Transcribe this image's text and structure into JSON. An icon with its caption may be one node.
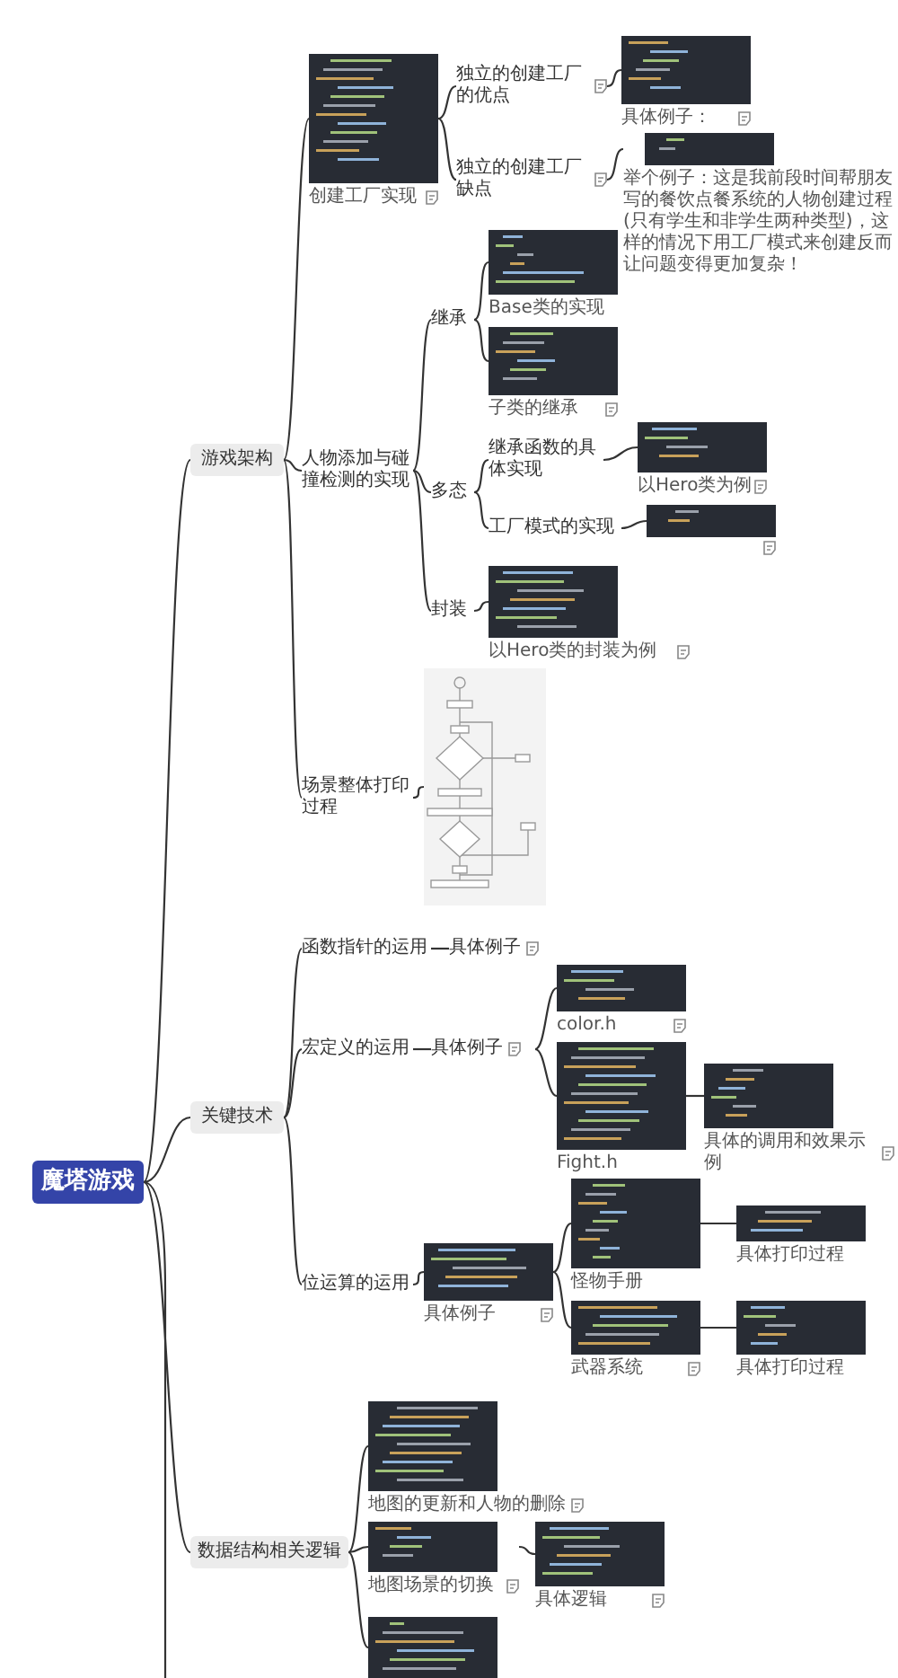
{
  "diagram": {
    "nodes": [
      {
        "text": [
          "魔塔游戏"
        ]
      },
      {
        "text": [
          "游戏架构"
        ]
      },
      {
        "text": [
          "创建工厂实现"
        ]
      },
      {
        "text": [
          "独立的创建工厂的优点"
        ]
      },
      {
        "text": [
          "具体例子："
        ]
      },
      {
        "text": [
          "独立的创建工厂缺点"
        ]
      },
      {
        "text": [
          "举个例子：这是我前段时间帮朋友写的餐饮点餐系统的人物创建过程(只有学生和非学生两种类型)，这样的情况下用工厂模式来创建反而让问题变得更加复杂！"
        ]
      },
      {
        "text": [
          "人物添加与碰撞检测的实现"
        ]
      },
      {
        "text": [
          "继承"
        ]
      },
      {
        "text": [
          "Base类的实现"
        ]
      },
      {
        "text": [
          "子类的继承"
        ]
      },
      {
        "text": [
          "多态"
        ]
      },
      {
        "text": [
          "继承函数的具体实现"
        ]
      },
      {
        "text": [
          "以Hero类为例"
        ]
      },
      {
        "text": [
          "工厂模式的实现"
        ]
      },
      {
        "text": [],
        "shape": "picture"
      },
      {
        "text": [
          "封装"
        ]
      },
      {
        "text": [
          "以Hero类的封装为例"
        ]
      },
      {
        "text": [
          "场景整体打印过程"
        ]
      },
      {
        "text": [],
        "shape": "picture"
      },
      {
        "text": [
          "关键技术"
        ]
      },
      {
        "text": [
          "函数指针的运用"
        ]
      },
      {
        "text": [
          "具体例子"
        ]
      },
      {
        "text": [
          "宏定义的运用"
        ]
      },
      {
        "text": [
          "具体例子"
        ]
      },
      {
        "text": [
          "color.h"
        ]
      },
      {
        "text": [
          "Fight.h"
        ]
      },
      {
        "text": [
          "具体的调用和效果示例"
        ]
      },
      {
        "text": [
          "位运算的运用"
        ]
      },
      {
        "text": [
          "具体例子"
        ]
      },
      {
        "text": [
          "怪物手册"
        ]
      },
      {
        "text": [
          "具体打印过程"
        ]
      },
      {
        "text": [
          "武器系统"
        ]
      },
      {
        "text": [
          "具体打印过程"
        ]
      },
      {
        "text": [
          "数据结构相关逻辑"
        ]
      },
      {
        "text": [
          "地图的更新和人物的删除"
        ]
      },
      {
        "text": [
          "地图场景的切换"
        ]
      },
      {
        "text": [
          "具体逻辑"
        ]
      },
      {
        "text": [],
        "shape": "picture"
      }
    ],
    "edges": [
      {
        "from": 0,
        "to": 1,
        "arrow": "none"
      },
      {
        "from": 0,
        "to": 20,
        "arrow": "none"
      },
      {
        "from": 0,
        "to": 34,
        "arrow": "none"
      },
      {
        "from": 0,
        "to": null,
        "arrow": "none"
      },
      {
        "from": 1,
        "to": 2,
        "arrow": "none"
      },
      {
        "from": 1,
        "to": 7,
        "arrow": "none"
      },
      {
        "from": 1,
        "to": 18,
        "arrow": "none"
      },
      {
        "from": 2,
        "to": 3,
        "arrow": "none"
      },
      {
        "from": 2,
        "to": 5,
        "arrow": "none"
      },
      {
        "from": 3,
        "to": 4,
        "arrow": "none"
      },
      {
        "from": 5,
        "to": 6,
        "arrow": "none"
      },
      {
        "from": 7,
        "to": 8,
        "arrow": "none"
      },
      {
        "from": 7,
        "to": 11,
        "arrow": "none"
      },
      {
        "from": 7,
        "to": 16,
        "arrow": "none"
      },
      {
        "from": 8,
        "to": 9,
        "arrow": "none"
      },
      {
        "from": 8,
        "to": 10,
        "arrow": "none"
      },
      {
        "from": 11,
        "to": 12,
        "arrow": "none"
      },
      {
        "from": 11,
        "to": 14,
        "arrow": "none"
      },
      {
        "from": 12,
        "to": 13,
        "arrow": "none"
      },
      {
        "from": 14,
        "to": 15,
        "arrow": "none"
      },
      {
        "from": 16,
        "to": 17,
        "arrow": "none"
      },
      {
        "from": 18,
        "to": 19,
        "arrow": "none"
      },
      {
        "from": 20,
        "to": 21,
        "arrow": "none"
      },
      {
        "from": 20,
        "to": 23,
        "arrow": "none"
      },
      {
        "from": 20,
        "to": 28,
        "arrow": "none"
      },
      {
        "from": 21,
        "to": 22,
        "arrow": "none"
      },
      {
        "from": 23,
        "to": 24,
        "arrow": "none"
      },
      {
        "from": 24,
        "to": 25,
        "arrow": "none"
      },
      {
        "from": 24,
        "to": 26,
        "arrow": "none"
      },
      {
        "from": 26,
        "to": 27,
        "arrow": "none"
      },
      {
        "from": 28,
        "to": 29,
        "arrow": "none"
      },
      {
        "from": 29,
        "to": 30,
        "arrow": "none"
      },
      {
        "from": 29,
        "to": 32,
        "arrow": "none"
      },
      {
        "from": 30,
        "to": 31,
        "arrow": "none"
      },
      {
        "from": 32,
        "to": 33,
        "arrow": "none"
      },
      {
        "from": 34,
        "to": 35,
        "arrow": "none"
      },
      {
        "from": 34,
        "to": 36,
        "arrow": "none"
      },
      {
        "from": 34,
        "to": 38,
        "arrow": "none"
      },
      {
        "from": 36,
        "to": 37,
        "arrow": "none"
      }
    ]
  }
}
